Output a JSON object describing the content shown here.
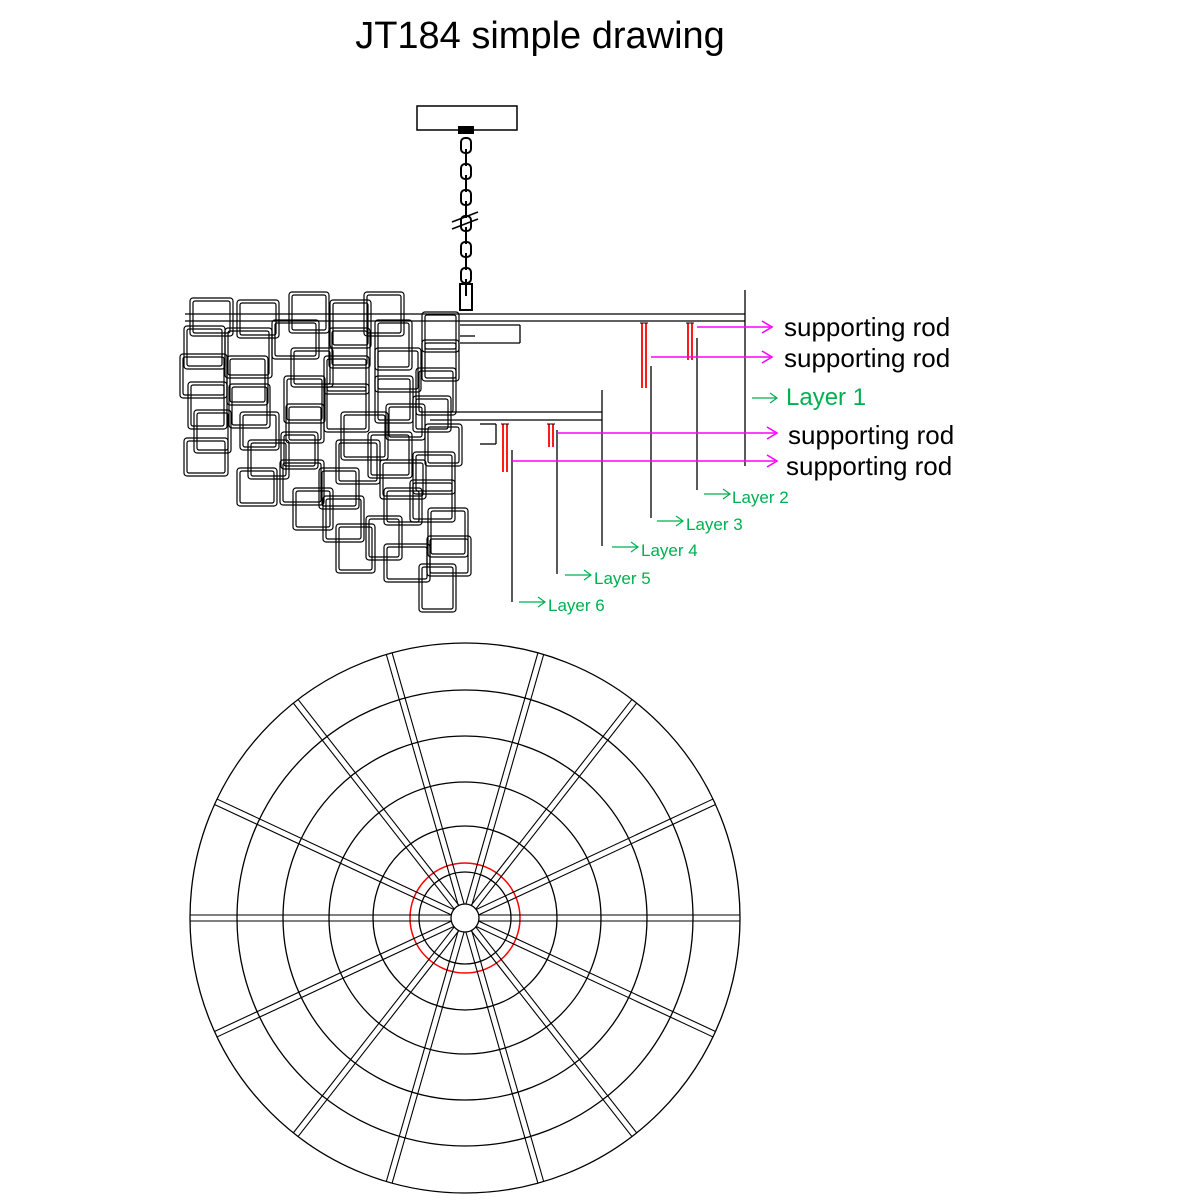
{
  "title": "JT184 simple drawing",
  "colors": {
    "line": "#000000",
    "accent_red": "#ff0000",
    "magenta": "#ff00ff",
    "green": "#00b050"
  },
  "annotations": {
    "rods": [
      "supporting rod",
      "supporting rod",
      "supporting rod",
      "supporting rod"
    ],
    "layers": [
      "Layer 1",
      "Layer 2",
      "Layer 3",
      "Layer 4",
      "Layer 5",
      "Layer 6"
    ]
  }
}
